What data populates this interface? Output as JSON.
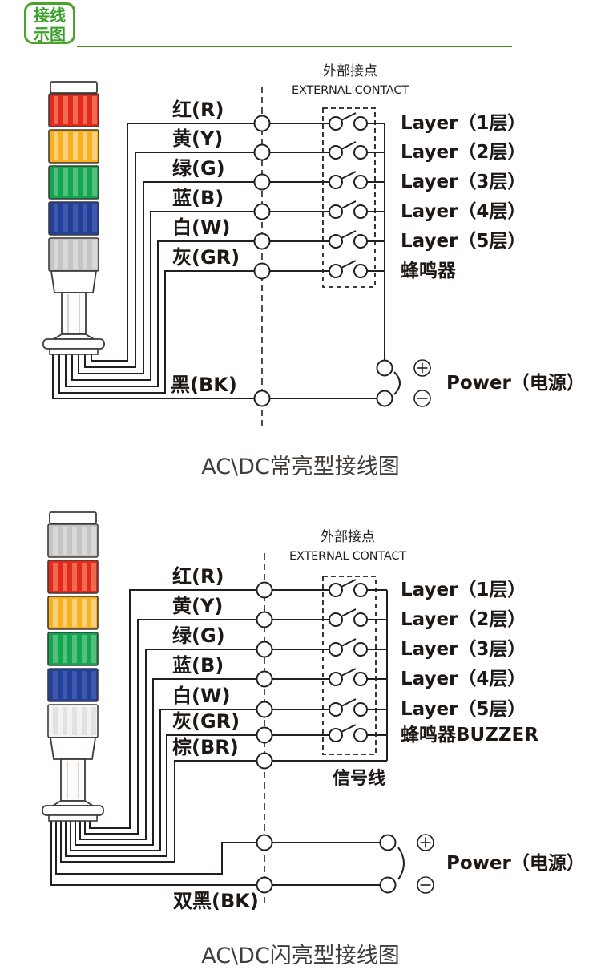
{
  "badge": {
    "line1": "接线",
    "line2": "示图"
  },
  "colors": {
    "accent_green": "#3ba12b",
    "divider_green": "#4e8c14",
    "wire": "#231f20",
    "tower_outline": "#3f3b3a"
  },
  "diagram1": {
    "title": "AC\\DC常亮型接线图",
    "contact_cn": "外部接点",
    "contact_en": "EXTERNAL CONTACT",
    "wire_labels": [
      "红(R)",
      "黄(Y)",
      "绿(G)",
      "蓝(B)",
      "白(W)",
      "灰(GR)"
    ],
    "black_label": "黑(BK)",
    "layer_labels": [
      "Layer（1层）",
      "Layer（2层）",
      "Layer（3层）",
      "Layer（4层）",
      "Layer（5层）",
      "蜂鸣器"
    ],
    "power_label": "Power（电源）",
    "tower_colors": [
      {
        "base": "#e5281e",
        "stripe": "#ee6c4d"
      },
      {
        "base": "#f6b11c",
        "stripe": "#f9d07e"
      },
      {
        "base": "#11a750",
        "stripe": "#55bd7d"
      },
      {
        "base": "#21409a",
        "stripe": "#4157ab"
      },
      {
        "base": "#c6c4c2",
        "stripe": "#dad8d6"
      }
    ]
  },
  "diagram2": {
    "title": "AC\\DC闪亮型接线图",
    "contact_cn": "外部接点",
    "contact_en": "EXTERNAL CONTACT",
    "wire_labels": [
      "红(R)",
      "黄(Y)",
      "绿(G)",
      "蓝(B)",
      "白(W)",
      "灰(GR)",
      "棕(BR)"
    ],
    "black_label": "双黑(BK)",
    "signal_label": "信号线",
    "layer_labels": [
      "Layer（1层）",
      "Layer（2层）",
      "Layer（3层）",
      "Layer（4层）",
      "Layer（5层）",
      "蜂鸣器BUZZER"
    ],
    "power_label": "Power（电源）",
    "tower_colors": [
      {
        "base": "#c6c4c2",
        "stripe": "#dad8d6"
      },
      {
        "base": "#e5281e",
        "stripe": "#ee6c4d"
      },
      {
        "base": "#f6b11c",
        "stripe": "#f9d07e"
      },
      {
        "base": "#11a750",
        "stripe": "#55bd7d"
      },
      {
        "base": "#21409a",
        "stripe": "#4157ab"
      },
      {
        "base": "#f4f2f0",
        "stripe": "#e4e2e0"
      }
    ]
  }
}
